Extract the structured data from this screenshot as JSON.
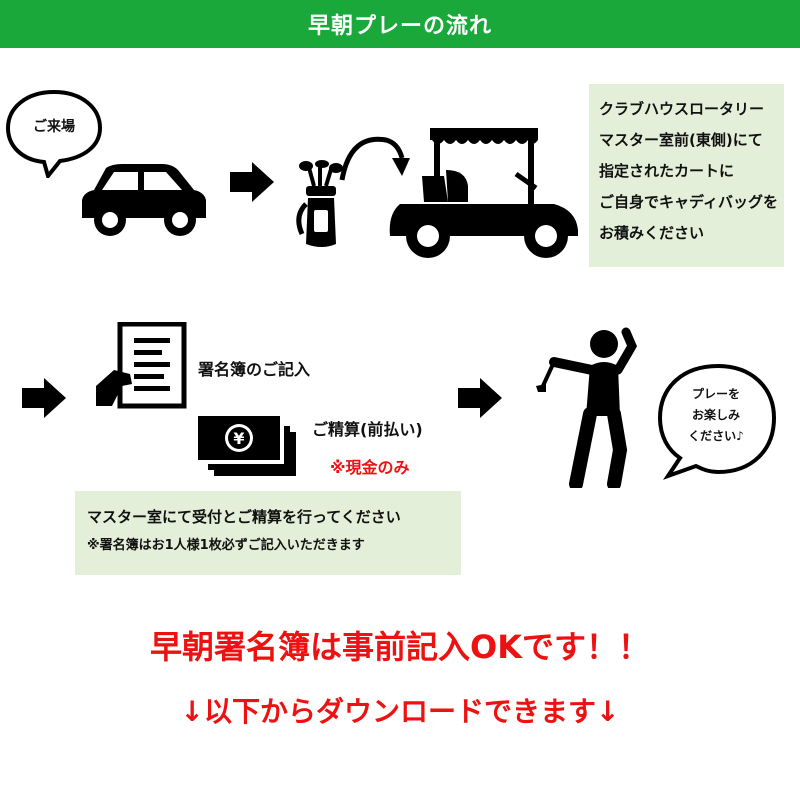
{
  "header": {
    "title": "早朝プレーの流れ"
  },
  "step1": {
    "arrival_bubble": "ご来場",
    "info_lines": [
      "クラブハウスロータリー",
      "マスター室前(東側)にて",
      "指定されたカートに",
      "ご自身でキャディバッグを",
      "お積みください"
    ]
  },
  "step2": {
    "register_label": "署名簿のご記入",
    "payment_label": "ご精算(前払い)",
    "cash_note": "※現金のみ",
    "yen_symbol": "¥",
    "info_line1": "マスター室にて受付とご精算を行ってください",
    "info_line2": "※署名簿はお1人様1枚必ずご記入いただきます"
  },
  "step3": {
    "bubble_lines": [
      "プレーを",
      "お楽しみ",
      "ください♪"
    ]
  },
  "notice": {
    "line1": "早朝署名簿は事前記入OKです！！",
    "line2": "↓以下からダウンロードできます↓"
  },
  "icons": [
    "car-icon",
    "golf-bag-icon",
    "curved-arrow-icon",
    "golf-cart-icon",
    "document-hand-icon",
    "cash-icon",
    "golfer-icon",
    "speech-bubble-icon",
    "right-arrow-icon"
  ],
  "colors": {
    "header_green": "#1aa83b",
    "info_box": "#e4efd9",
    "accent_red": "#ee1111"
  }
}
